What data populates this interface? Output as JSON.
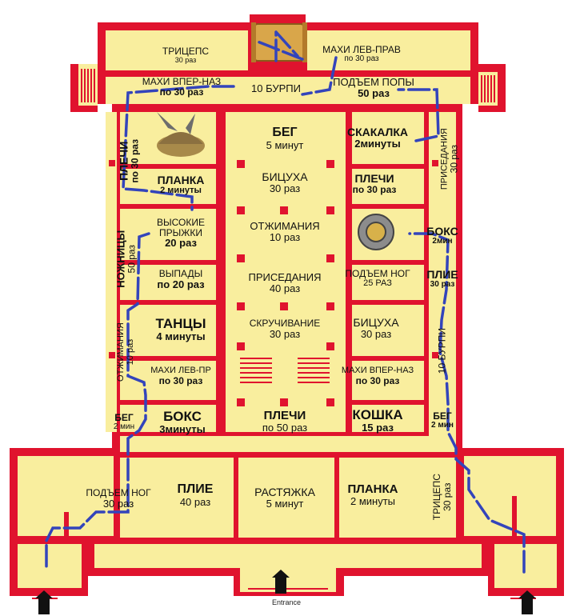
{
  "legend_entrance": "Entrance",
  "top_center": {
    "title": "10 БУРПИ"
  },
  "exercises": {
    "triceps_top": {
      "title": "ТРИЦЕПС",
      "sub": "30 раз"
    },
    "swing_lr": {
      "title": "МАХИ ЛЕВ-ПРАВ",
      "sub": "по 30 раз"
    },
    "swing_fb_top": {
      "title": "МАХИ ВПЕР-НАЗ",
      "sub": "по 30 раз"
    },
    "glute_raise": {
      "title": "ПОДЪЕМ  ПОПЫ",
      "sub": "50 раз"
    },
    "run_center": {
      "title": "БЕГ",
      "sub": "5 минут"
    },
    "biceps_center": {
      "title": "БИЦУХА",
      "sub": "30 раз"
    },
    "pushups_center": {
      "title": "ОТЖИМАНИЯ",
      "sub": "10 раз"
    },
    "squats_center": {
      "title": "ПРИСЕДАНИЯ",
      "sub": "40 раз"
    },
    "twist_center": {
      "title": "СКРУЧИВАНИЕ",
      "sub": "30 раз"
    },
    "shoulders_center": {
      "title": "ПЛЕЧИ",
      "sub": "по 50 раз"
    },
    "jump_rope": {
      "title": "СКАКАЛКА",
      "sub": "2минуты"
    },
    "shoulders_right": {
      "title": "ПЛЕЧИ",
      "sub": "по 30 раз"
    },
    "leg_raise_right": {
      "title": "ПОДЪЕМ НОГ",
      "sub": "25 РАЗ"
    },
    "biceps_right": {
      "title": "БИЦУХА",
      "sub": "30 раз"
    },
    "swing_fb_right": {
      "title": "МАХИ ВПЕР-НАЗ",
      "sub": "по 30 раз"
    },
    "cat": {
      "title": "КОШКА",
      "sub": "15 раз"
    },
    "plank_left": {
      "title": "ПЛАНКА",
      "sub": "2 минуты"
    },
    "high_jumps": {
      "title": "ВЫСОКИЕ ПРЫЖКИ",
      "sub": "20 раз"
    },
    "lunges": {
      "title": "ВЫПАДЫ",
      "sub": "по 20 раз"
    },
    "dance": {
      "title": "ТАНЦЫ",
      "sub": "4 минуты"
    },
    "swing_lr_left": {
      "title": "МАХИ ЛЕВ-ПР",
      "sub": "по 30 раз"
    },
    "box_left": {
      "title": "БОКС",
      "sub": "3минуты"
    },
    "box_right": {
      "title": "БОКС",
      "sub": "2мин"
    },
    "plie_right": {
      "title": "ПЛИЕ",
      "sub": "30 раз"
    },
    "run_left": {
      "title": "БЕГ",
      "sub": "2 мин"
    },
    "run_right": {
      "title": "БЕГ",
      "sub": "2 мин"
    },
    "leg_raise_bottom": {
      "title": "ПОДЪЕМ НОГ",
      "sub": "30 раз"
    },
    "plie_bottom": {
      "title": "ПЛИЕ",
      "sub": "40 раз"
    },
    "stretch": {
      "title": "РАСТЯЖКА",
      "sub": "5 минут"
    },
    "plank_bottom": {
      "title": "ПЛАНКА",
      "sub": "2 минуты"
    }
  },
  "vertical": {
    "shoulders_left": {
      "title": "ПЛЕЧИ",
      "sub": "по 30 раз"
    },
    "scissors": {
      "title": "НОЖНИЦЫ",
      "sub": "50 раз"
    },
    "pushups_left": {
      "title": "ОТЖИМАНИЯ",
      "sub": "10 раз"
    },
    "squats_right": {
      "title": "ПРИСЕДАНИЯ",
      "sub": "30 раз"
    },
    "burpees_right": {
      "title": "10 БУРПИ",
      "sub": ""
    },
    "triceps_bottom": {
      "title": "ТРИЦЕПС",
      "sub": "30 раз"
    }
  },
  "colors": {
    "wall": "#e0132e",
    "floor": "#f9ee9e",
    "path": "#3344bb"
  }
}
